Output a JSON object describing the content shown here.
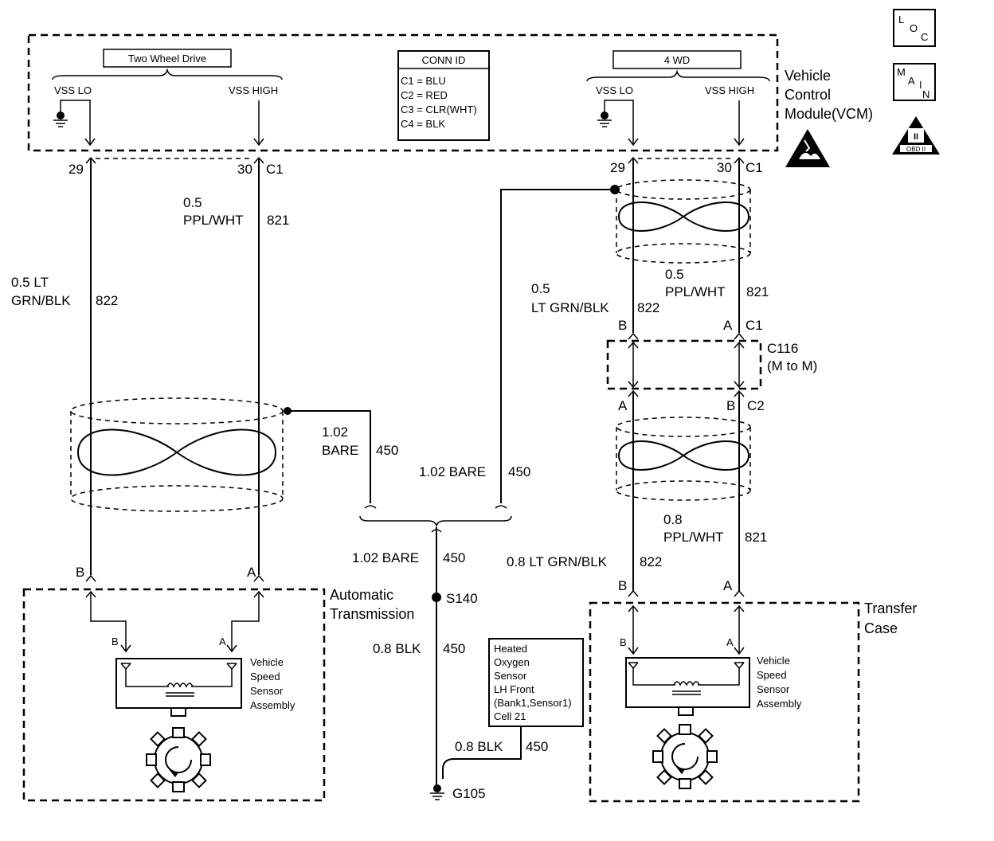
{
  "vcm": {
    "two_wd_title": "Two Wheel Drive",
    "four_wd_title": "4 WD",
    "vss_lo": "VSS LO",
    "vss_high": "VSS HIGH",
    "label_line1": "Vehicle",
    "label_line2": "Control",
    "label_line3": "Module(VCM)",
    "conn_id": {
      "title": "CONN ID",
      "rows": [
        "C1 = BLU",
        "C2 = RED",
        "C3 = CLR(WHT)",
        "C4 = BLK"
      ]
    }
  },
  "pins": {
    "p29": "29",
    "p30": "30",
    "c1": "C1",
    "c2": "C2",
    "a": "A",
    "b": "B"
  },
  "wires": {
    "left_a_size": "0.5",
    "left_a_color": "PPL/WHT",
    "left_a_circuit": "821",
    "left_b_size": "0.5 LT",
    "left_b_color": "GRN/BLK",
    "left_b_circuit": "822",
    "right_a_size": "0.5",
    "right_a_color": "PPL/WHT",
    "right_a_circuit": "821",
    "right_b_size": "0.5",
    "right_b_color": "LT GRN/BLK",
    "right_b_circuit": "822",
    "bare_left_size": "1.02",
    "bare_left_color": "BARE",
    "bare_left_circuit": "450",
    "bare_right": "1.02 BARE",
    "bare_right_circuit": "450",
    "bare_center": "1.02 BARE",
    "bare_center_circuit": "450",
    "lower_a_size": "0.8",
    "lower_a_color": "PPL/WHT",
    "lower_a_circuit": "821",
    "lower_b": "0.8 LT GRN/BLK",
    "lower_b_circuit": "822",
    "blk_upper": "0.8 BLK",
    "blk_upper_circuit": "450",
    "blk_lower": "0.8 BLK",
    "blk_lower_circuit": "450"
  },
  "connectors": {
    "c116_line1": "C116",
    "c116_line2": "(M to M)",
    "splice": "S140",
    "ground": "G105"
  },
  "auto_trans": {
    "line1": "Automatic",
    "line2": "Transmission"
  },
  "transfer_case": {
    "line1": "Transfer",
    "line2": "Case"
  },
  "vss_assembly": {
    "line1": "Vehicle",
    "line2": "Speed",
    "line3": "Sensor",
    "line4": "Assembly"
  },
  "o2_sensor": {
    "lines": [
      "Heated",
      "Oxygen",
      "Sensor",
      "LH Front",
      "(Bank1,Sensor1)",
      "Cell 21"
    ]
  },
  "symbols": {
    "loc_l": "L",
    "loc_o": "O",
    "loc_c": "C",
    "main_m": "M",
    "main_a": "A",
    "main_i": "I",
    "main_n": "N",
    "obd_roman": "II",
    "obd_text": "OBD II"
  }
}
